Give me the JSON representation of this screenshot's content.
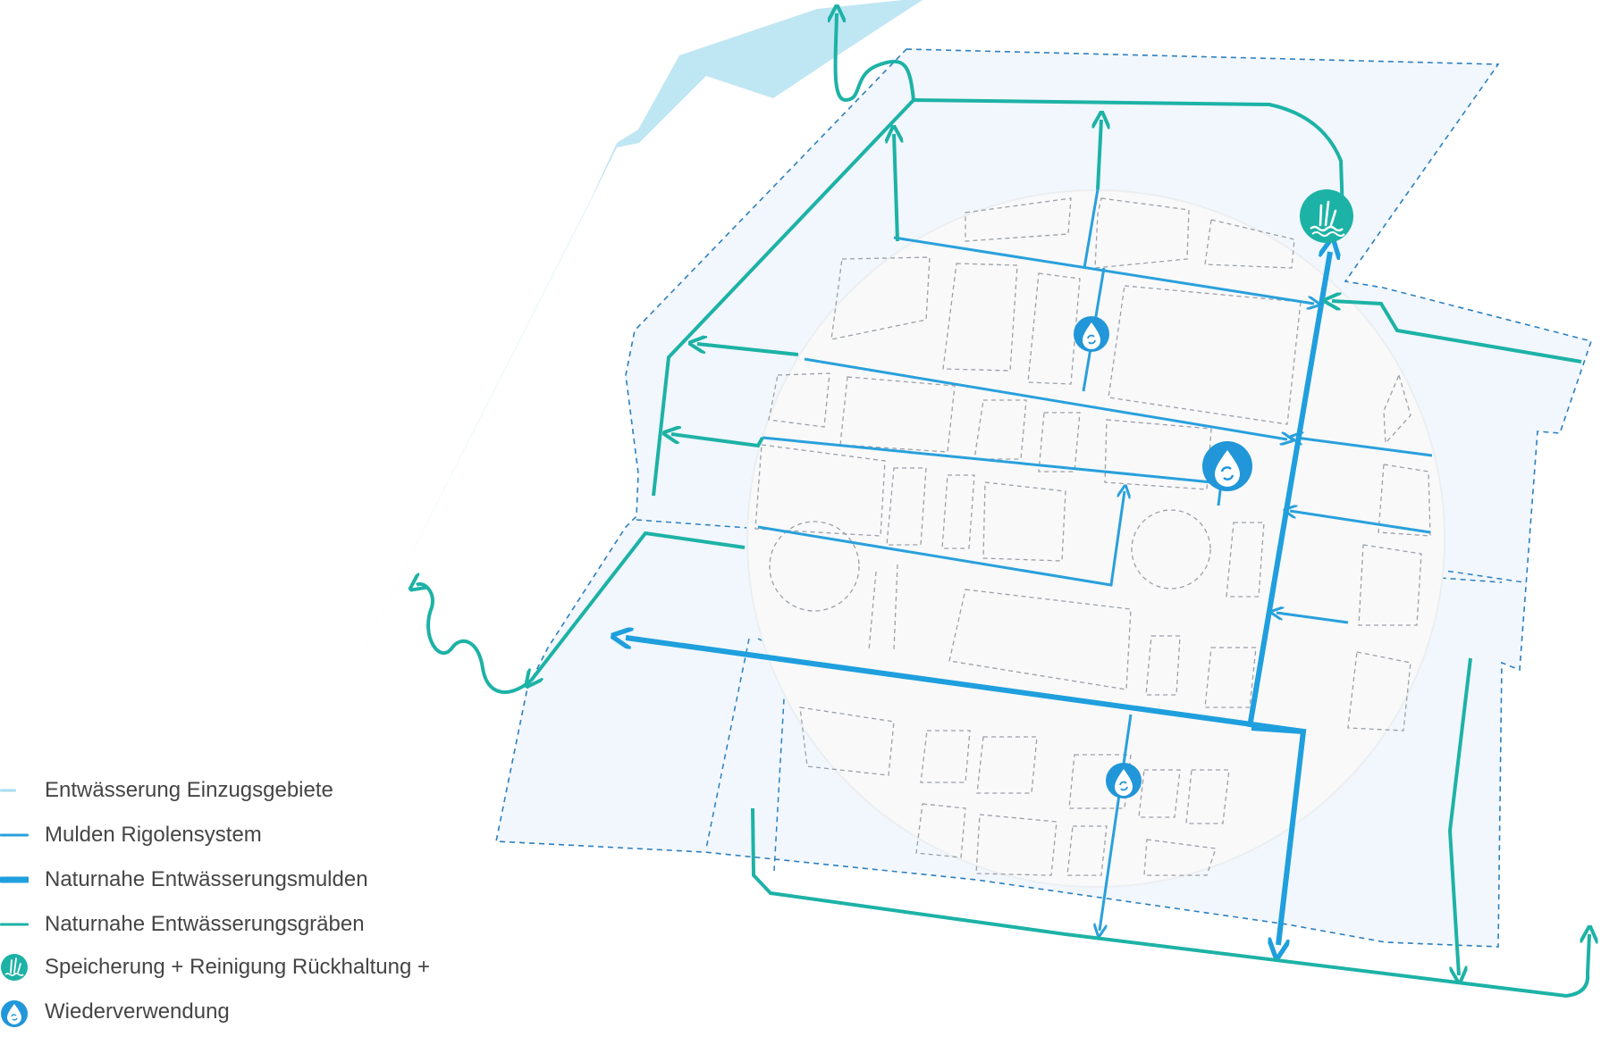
{
  "colors": {
    "catchment": "#a9dcef",
    "swale_system": "#29a0dc",
    "natural_swale": "#1f9fdd",
    "natural_ditch": "#1db2a6",
    "area_fill": "#f1f7fd",
    "area_border": "#2c7fc0",
    "circle_fill": "#f9f9fa",
    "block_stroke": "#9aa0a6",
    "river": "#bfe6f3"
  },
  "icons": {
    "storage": "reed-water-icon",
    "reuse": "drop-recycle-icon"
  },
  "legend": {
    "items": [
      {
        "label": "Entwässerung Einzugsgebiete",
        "kind": "catchment"
      },
      {
        "label": "Mulden Rigolensystem",
        "kind": "swale_system"
      },
      {
        "label": "Naturnahe Entwässerungsmulden",
        "kind": "natural_swale"
      },
      {
        "label": "Naturnahe Entwässerungsgräben",
        "kind": "natural_ditch"
      },
      {
        "label": "Speicherung + Reinigung Rückhaltung +",
        "kind": "storage_icon"
      },
      {
        "label": "Wiederverwendung",
        "kind": "reuse_icon"
      }
    ]
  }
}
